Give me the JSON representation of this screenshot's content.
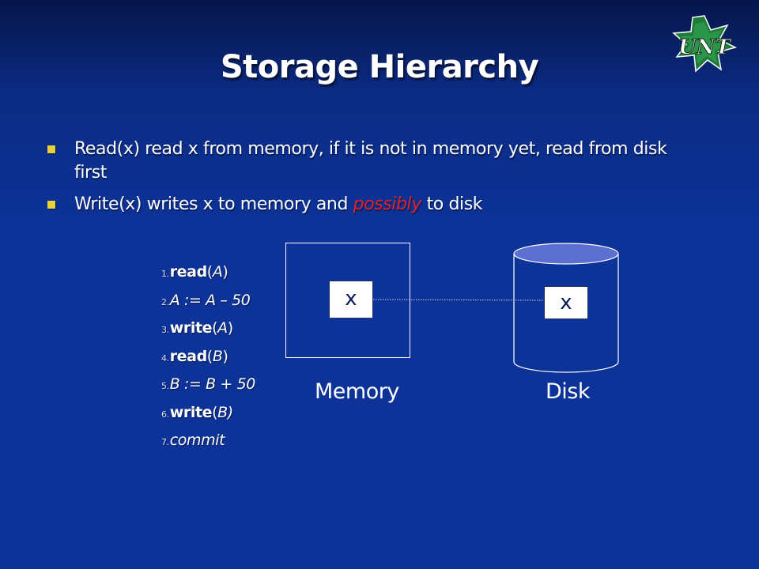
{
  "slide": {
    "title": "Storage Hierarchy",
    "logo_text": "UNT"
  },
  "bullets": [
    {
      "text": "Read(x) read x from memory, if it is not in memory yet, read from disk first"
    },
    {
      "prefix": "Write(x) writes x to memory and ",
      "highlight": "possibly",
      "suffix": " to disk"
    }
  ],
  "steps": [
    {
      "num": "1.",
      "kw": "read",
      "open": "(",
      "arg": "A",
      "close": ")"
    },
    {
      "num": "2.",
      "text": "A := A – 50"
    },
    {
      "num": "3.",
      "kw": "write",
      "open": "(",
      "arg": "A",
      "close": ")"
    },
    {
      "num": "4.",
      "kw": "read",
      "open": "(",
      "arg": "B",
      "close": ")"
    },
    {
      "num": "5.",
      "text": "B := B + 50"
    },
    {
      "num": "6.",
      "kw": "write",
      "open": "(",
      "arg": "B)",
      "close": ""
    },
    {
      "num": "7.",
      "text": "commit"
    }
  ],
  "diagram": {
    "memory_label": "Memory",
    "disk_label": "Disk",
    "memory_cell": "x",
    "disk_cell": "x"
  },
  "colors": {
    "background": "#0d3399",
    "bullet": "#e8d23a",
    "highlight": "#e0212b",
    "cylinder_fill": "#5b6fd0"
  }
}
